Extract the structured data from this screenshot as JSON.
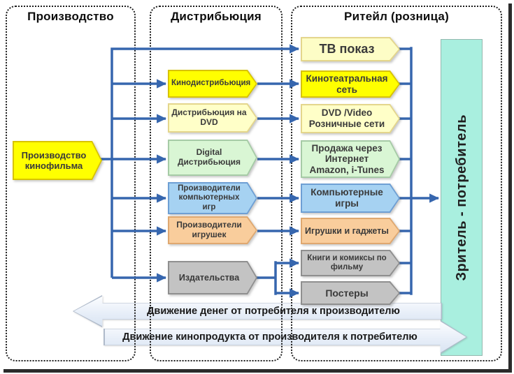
{
  "columns": [
    {
      "label": "Производство"
    },
    {
      "label": "Дистрибьюция"
    },
    {
      "label": "Ритейл (розница)"
    }
  ],
  "producer": {
    "label": "Производство кинофильма",
    "color": "#ffff00"
  },
  "distribution": {
    "items": [
      {
        "label": "Кинодистрибьюция",
        "color": "#ffff00"
      },
      {
        "label": "Дистрибьюция на DVD",
        "color": "#ffffc8"
      },
      {
        "label": "Digital Дистрибьюция",
        "color": "#d9f6d4"
      },
      {
        "label": "Производители компьютерных игр",
        "color": "#a6d2f2"
      },
      {
        "label": "Производители игрушек",
        "color": "#f9cd9c"
      },
      {
        "label": "Издательства",
        "color": "#c3c3c3"
      }
    ]
  },
  "retail": {
    "items": [
      {
        "label": "ТВ показ",
        "color": "#fdfdc6"
      },
      {
        "label": "Кинотеатральная сеть",
        "color": "#ffff00"
      },
      {
        "label": "DVD /Video Розничные сети",
        "color": "#ffffc8"
      },
      {
        "label": "Продажа через Интернет Amazon, i-Tunes",
        "color": "#d9f6d4"
      },
      {
        "label": "Компьютерные игры",
        "color": "#a6d2f2"
      },
      {
        "label": "Игрушки и гаджеты",
        "color": "#f9cd9c"
      },
      {
        "label": "Книги и комиксы по фильму",
        "color": "#c3c3c3"
      },
      {
        "label": "Постеры",
        "color": "#c3c3c3"
      }
    ]
  },
  "consumer": {
    "label": "Зритель - потребитель",
    "color": "#a9efdf"
  },
  "flows": {
    "money": {
      "label": "Движение денег от потребителя к производителю"
    },
    "product": {
      "label": "Движение кинопродукта от производителя к потребителю"
    }
  },
  "colors": {
    "line_blue": "#3666ae",
    "flow_border": "#afbaca"
  }
}
